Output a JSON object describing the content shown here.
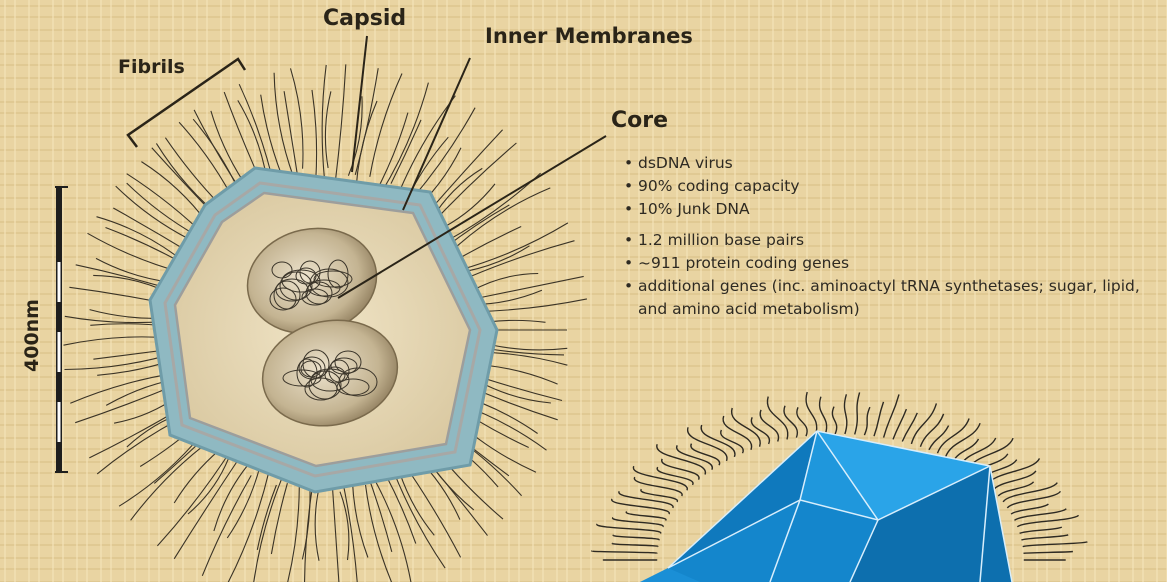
{
  "labels": {
    "capsid": "Capsid",
    "inner_membranes": "Inner Membranes",
    "fibrils": "Fibrils",
    "core": "Core",
    "scale": "400nm"
  },
  "facts": [
    "dsDNA virus",
    "90% coding capacity",
    "10% Junk DNA",
    "1.2 million base pairs",
    "~911 protein coding genes",
    "additional genes (inc. aminoactyl tRNA synthetases; sugar, lipid, and amino acid metabolism)"
  ],
  "colors": {
    "background": "#e8d3a0",
    "capsid": "#8fb9c2",
    "interior": "#e6d7b4",
    "core": "#a89676",
    "icosahedron": "#1a8fd6",
    "ink": "#2a2418"
  }
}
